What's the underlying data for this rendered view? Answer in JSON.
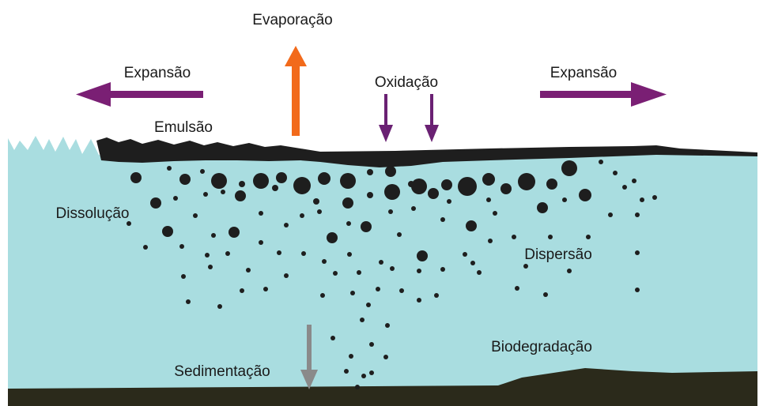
{
  "labels": {
    "evaporation": "Evaporação",
    "expansion_left": "Expansão",
    "expansion_right": "Expansão",
    "oxidation": "Oxidação",
    "emulsion": "Emulsão",
    "dissolution": "Dissolução",
    "dispersion": "Dispersão",
    "biodegradation": "Biodegradação",
    "sedimentation": "Sedimentação"
  },
  "colors": {
    "water": "#a9dde0",
    "oil": "#1e1e1e",
    "seabed": "#2b2a1b",
    "expansion_arrow": "#7a1f74",
    "evaporation_arrow": "#f26a1b",
    "oxidation_arrow": "#6a2173",
    "sedimentation_arrow": "#8a8a8a",
    "droplet": "#1e1e1e"
  }
}
